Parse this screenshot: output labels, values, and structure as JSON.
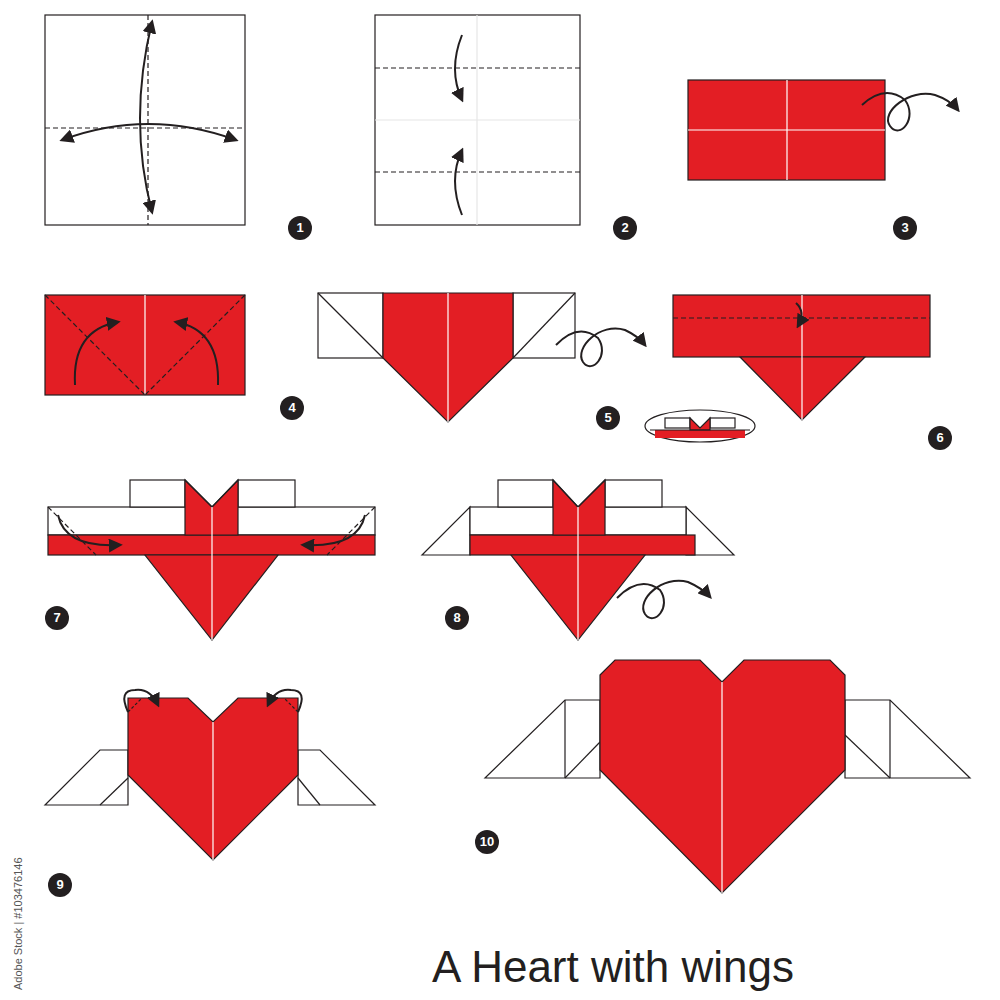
{
  "diagram": {
    "title": "A Heart with wings",
    "labels": [
      "1",
      "2",
      "3",
      "4",
      "5",
      "6",
      "7",
      "8",
      "9",
      "10",
      "Adobe Stock | #103476146"
    ]
  }
}
